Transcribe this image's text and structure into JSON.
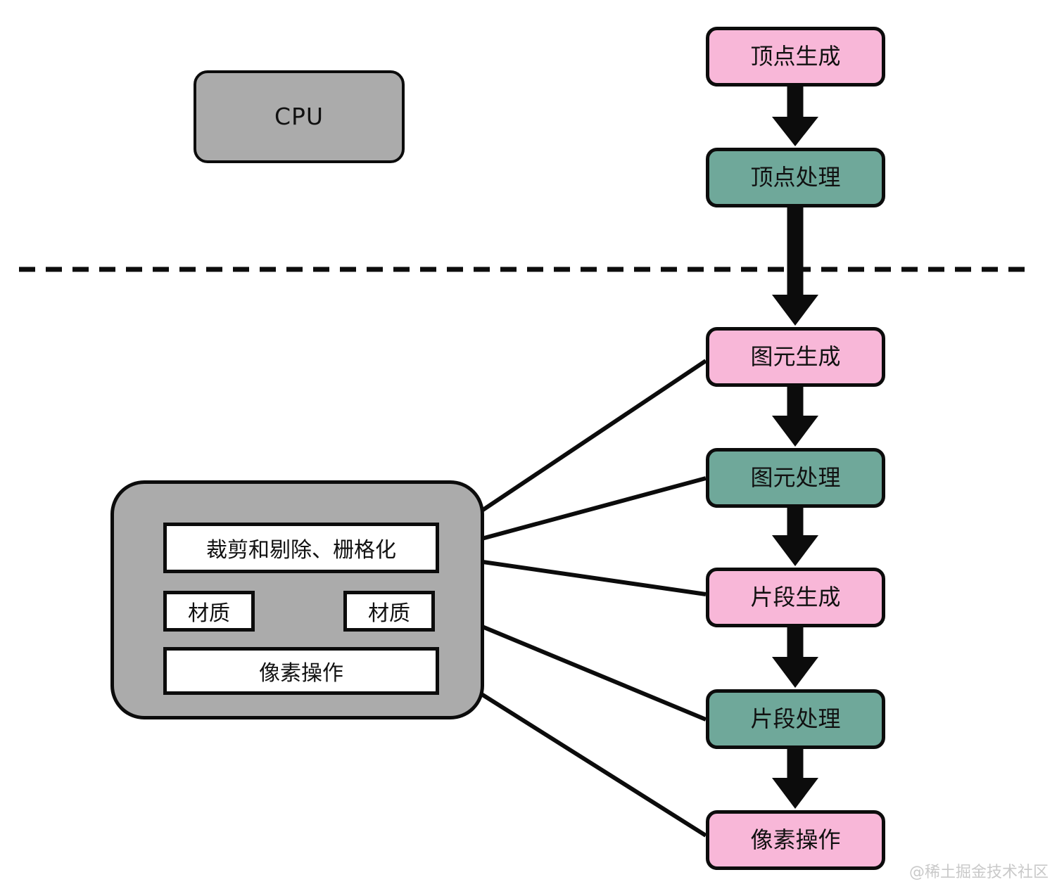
{
  "diagram": {
    "title_context": "GPU render pipeline diagram",
    "cpu_label": "CPU",
    "watermark": "@稀土掘金技术社区",
    "colors": {
      "pink": "#F8B7D8",
      "teal": "#6FA89A",
      "gray": "#ABABAB",
      "watermark": "#C9C9C9",
      "stroke": "#0C0C0C"
    },
    "pipeline": [
      {
        "id": "vertex-generation",
        "label": "顶点生成",
        "color": "pink"
      },
      {
        "id": "vertex-processing",
        "label": "顶点处理",
        "color": "teal"
      },
      {
        "id": "primitive-generation",
        "label": "图元生成",
        "color": "pink"
      },
      {
        "id": "primitive-processing",
        "label": "图元处理",
        "color": "teal"
      },
      {
        "id": "fragment-generation",
        "label": "片段生成",
        "color": "pink"
      },
      {
        "id": "fragment-processing",
        "label": "片段处理",
        "color": "teal"
      },
      {
        "id": "pixel-operations",
        "label": "像素操作",
        "color": "pink"
      }
    ],
    "gpu_internals": {
      "clip_label": "裁剪和剔除、栅格化",
      "material_left_label": "材质",
      "material_right_label": "材质",
      "pixel_ops_label": "像素操作"
    },
    "flow_arrows": [
      {
        "from": "顶点生成",
        "to": "顶点处理"
      },
      {
        "from": "顶点处理",
        "to": "图元生成"
      },
      {
        "from": "图元生成",
        "to": "图元处理"
      },
      {
        "from": "图元处理",
        "to": "片段生成"
      },
      {
        "from": "片段生成",
        "to": "片段处理"
      },
      {
        "from": "片段处理",
        "to": "像素操作"
      }
    ],
    "cross_links": [
      {
        "from": "图元生成",
        "to": "裁剪和剔除、栅格化"
      },
      {
        "from": "图元处理",
        "to": "裁剪和剔除、栅格化"
      },
      {
        "from": "片段生成",
        "to": "裁剪和剔除、栅格化"
      },
      {
        "from": "片段处理",
        "to": "材质"
      },
      {
        "from": "像素操作",
        "to": "像素操作"
      }
    ]
  }
}
